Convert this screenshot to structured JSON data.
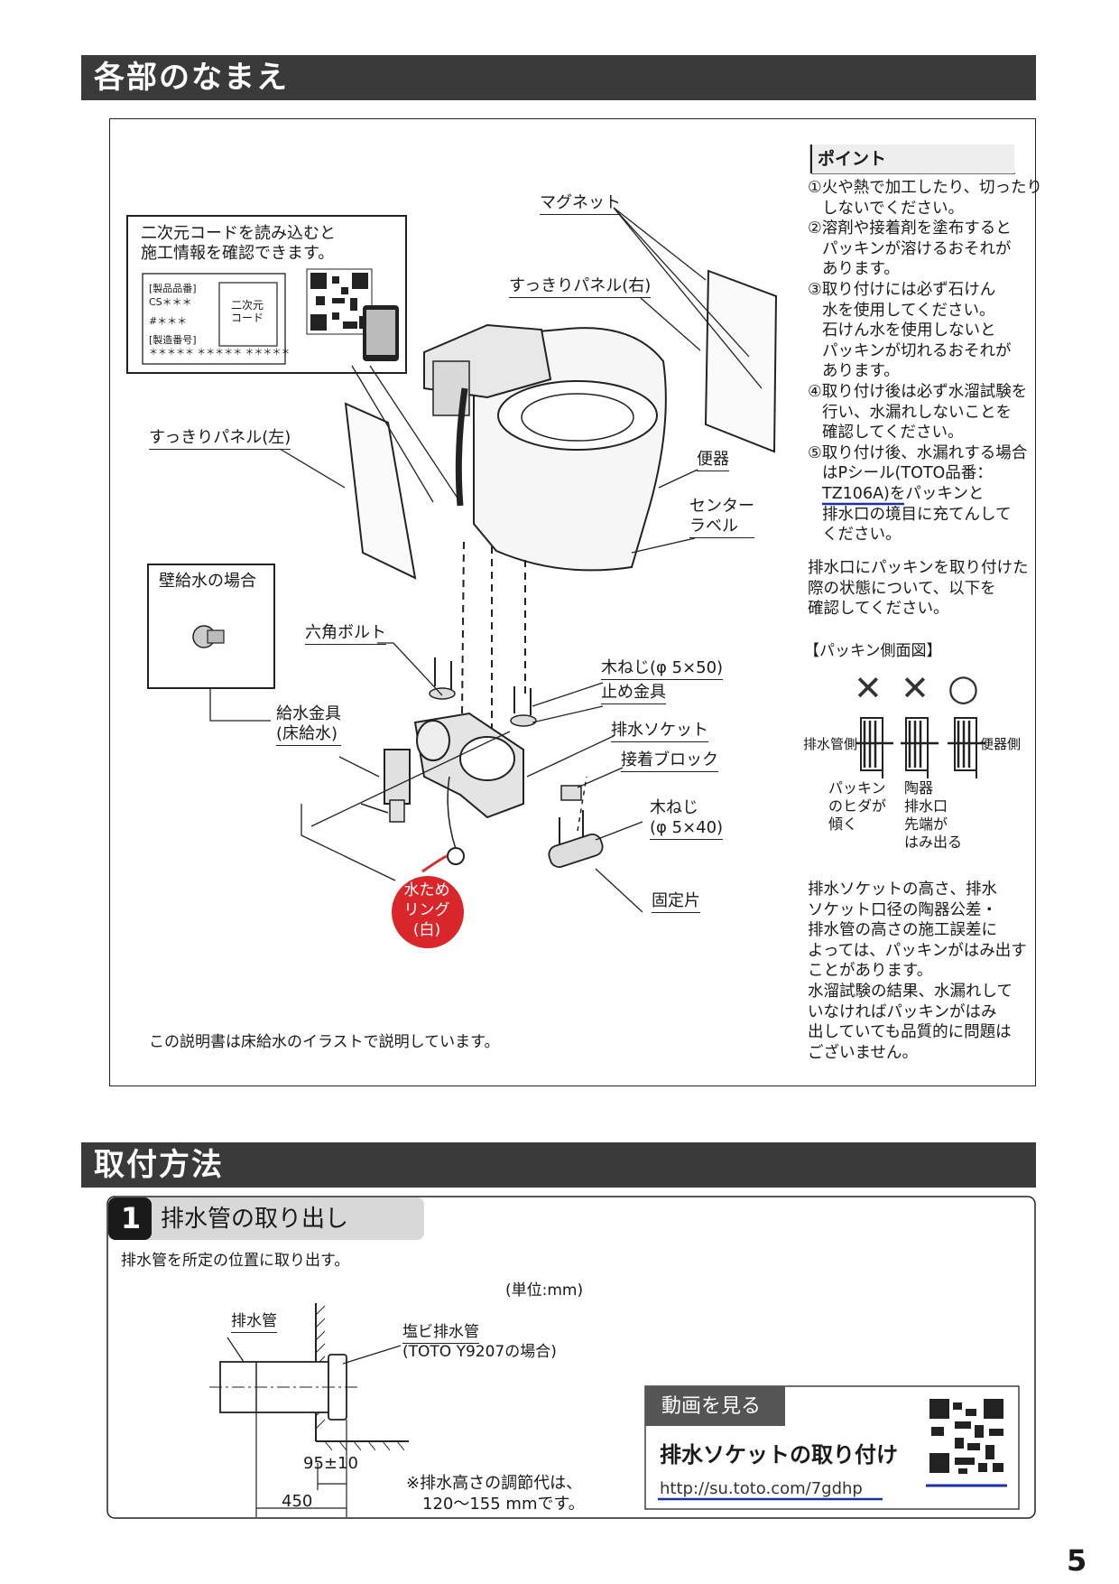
{
  "sections": {
    "parts_title": "各部のなまえ",
    "install_title": "取付方法"
  },
  "qr_box": {
    "line1": "二次元コードを読み込むと",
    "line2": "施工情報を確認できます。",
    "label_product": "[製品品番]",
    "label_cs": "CS＊＊＊",
    "label_hash": "#＊＊＊",
    "label_mfg": "[製造番号]",
    "label_serial": "＊＊＊＊＊ ＊＊＊＊＊ ＊＊＊＊＊",
    "code_box": "二次元\nコード"
  },
  "parts": {
    "magnet": "マグネット",
    "panel_right": "すっきりパネル(右)",
    "panel_left": "すっきりパネル(左)",
    "bowl": "便器",
    "center_label": "センター\nラベル",
    "wall_supply": "壁給水の場合",
    "hex_bolt": "六角ボルト",
    "wood_screw_50": "木ねじ(φ 5×50)",
    "stop_bracket": "止め金具",
    "supply_fitting": "給水金具\n(床給水)",
    "drain_socket": "排水ソケット",
    "adhesive_block": "接着ブロック",
    "wood_screw_40": "木ねじ\n(φ 5×40)",
    "fixing_piece": "固定片",
    "water_ring": "水ため\nリング\n(白)",
    "note_floor": "この説明書は床給水のイラストで説明しています。"
  },
  "point": {
    "title": "ポイント",
    "lines": [
      "①火や熱で加工したり、切ったり",
      "しないでください。",
      "②溶剤や接着剤を塗布すると",
      "パッキンが溶けるおそれが",
      "あります。",
      "③取り付けには必ず石けん",
      "水を使用してください。",
      "石けん水を使用しないと",
      "パッキンが切れるおそれが",
      "あります。",
      "④取り付け後は必ず水溜試験を",
      "行い、水漏れしないことを",
      "確認してください。",
      "⑤取り付け後、水漏れする場合",
      "はPシール(TOTO品番：",
      "TZ106A)をパッキンと",
      "排水口の境目に充てんして",
      "ください。"
    ],
    "para2": [
      "排水口にパッキンを取り付けた",
      "際の状態について、以下を",
      "確認してください。"
    ],
    "side_view_title": "【パッキン側面図】",
    "mark_x": "✕",
    "mark_o": "○",
    "drain_side": "排水管側",
    "bowl_side": "便器側",
    "caption1": "パッキン\nのヒダが\n傾く",
    "caption2": "陶器\n排水口\n先端が\nはみ出る",
    "para3": [
      "排水ソケットの高さ、排水",
      "ソケット口径の陶器公差・",
      "排水管の高さの施工誤差に",
      "よっては、パッキンがはみ出す",
      "ことがあります。",
      "水溜試験の結果、水漏れして",
      "いなければパッキンがはみ",
      "出していても品質的に問題は",
      "ございません。"
    ]
  },
  "step1": {
    "number": "1",
    "title": "排水管の取り出し",
    "desc": "排水管を所定の位置に取り出す。",
    "unit": "(単位:mm)",
    "drain_pipe": "排水管",
    "pvc_pipe": "塩ビ排水管",
    "pvc_note": "(TOTO Y9207の場合)",
    "dim_95": "95±10",
    "dim_450": "450",
    "note1": "※排水高さの調節代は、",
    "note2": "120～155 mmです。"
  },
  "video": {
    "header": "動画を見る",
    "title": "排水ソケットの取り付け",
    "url": "http://su.toto.com/7gdhp"
  },
  "page_number": "5"
}
